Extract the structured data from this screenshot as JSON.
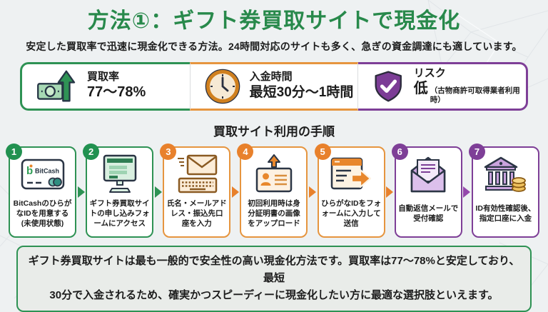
{
  "header": {
    "title": "方法①：ギフト券買取サイトで現金化",
    "subtitle": "安定した買取率で迅速に現金化できる方法。24時間対応のサイトも多く、急ぎの資金調達にも適しています。"
  },
  "colors": {
    "green": "#2e9254",
    "orange": "#e8812c",
    "purple": "#7e3f97",
    "title_green": "#28894b"
  },
  "stats": [
    {
      "label": "買取率",
      "value": "77～78%",
      "icon": "money-up-icon",
      "color": "#2e9254"
    },
    {
      "label": "入金時間",
      "value": "最短30分～1時間",
      "icon": "clock-icon",
      "color": "#e8812c"
    },
    {
      "label": "リスク",
      "value": "低",
      "note": "（古物商許可取得業者利用時）",
      "icon": "shield-check-icon",
      "color": "#7e3f97"
    }
  ],
  "steps_section": {
    "heading": "買取サイト利用の手順",
    "steps": [
      {
        "number": "1",
        "color": "green",
        "icon": "bitcash-card-icon",
        "label": "BitCashのひらが\nなIDを用意する\n(未使用状態)"
      },
      {
        "number": "2",
        "color": "green",
        "icon": "monitor-form-icon",
        "label": "ギフト券買取サイ\nトの申し込みフォ\nームにアクセス"
      },
      {
        "number": "3",
        "color": "orange",
        "icon": "mail-keyboard-icon",
        "label": "氏名・メールアド\nレス・振込先口\n座を入力"
      },
      {
        "number": "4",
        "color": "orange",
        "icon": "id-upload-icon",
        "label": "初回利用時は身\n分証明書の画像\nをアップロード"
      },
      {
        "number": "5",
        "color": "orange",
        "icon": "form-submit-icon",
        "label": "ひらがなIDをフォ\nォームに入力して\n送信"
      },
      {
        "number": "6",
        "color": "purple",
        "icon": "mail-open-icon",
        "label": "自動返信メールで\n受付確認"
      },
      {
        "number": "7",
        "color": "purple",
        "icon": "bank-deposit-icon",
        "label": "ID有効性確認後、\n指定口座に入金"
      }
    ]
  },
  "icons": {
    "bitcash_label": "BitCash"
  },
  "summary": {
    "text": "ギフト券買取サイトは最も一般的で安全性の高い現金化方法です。買取率は77～78%と安定しており、最短\n30分で入金されるため、確実かつスピーディーに現金化したい方に最適な選択肢といえます。"
  }
}
